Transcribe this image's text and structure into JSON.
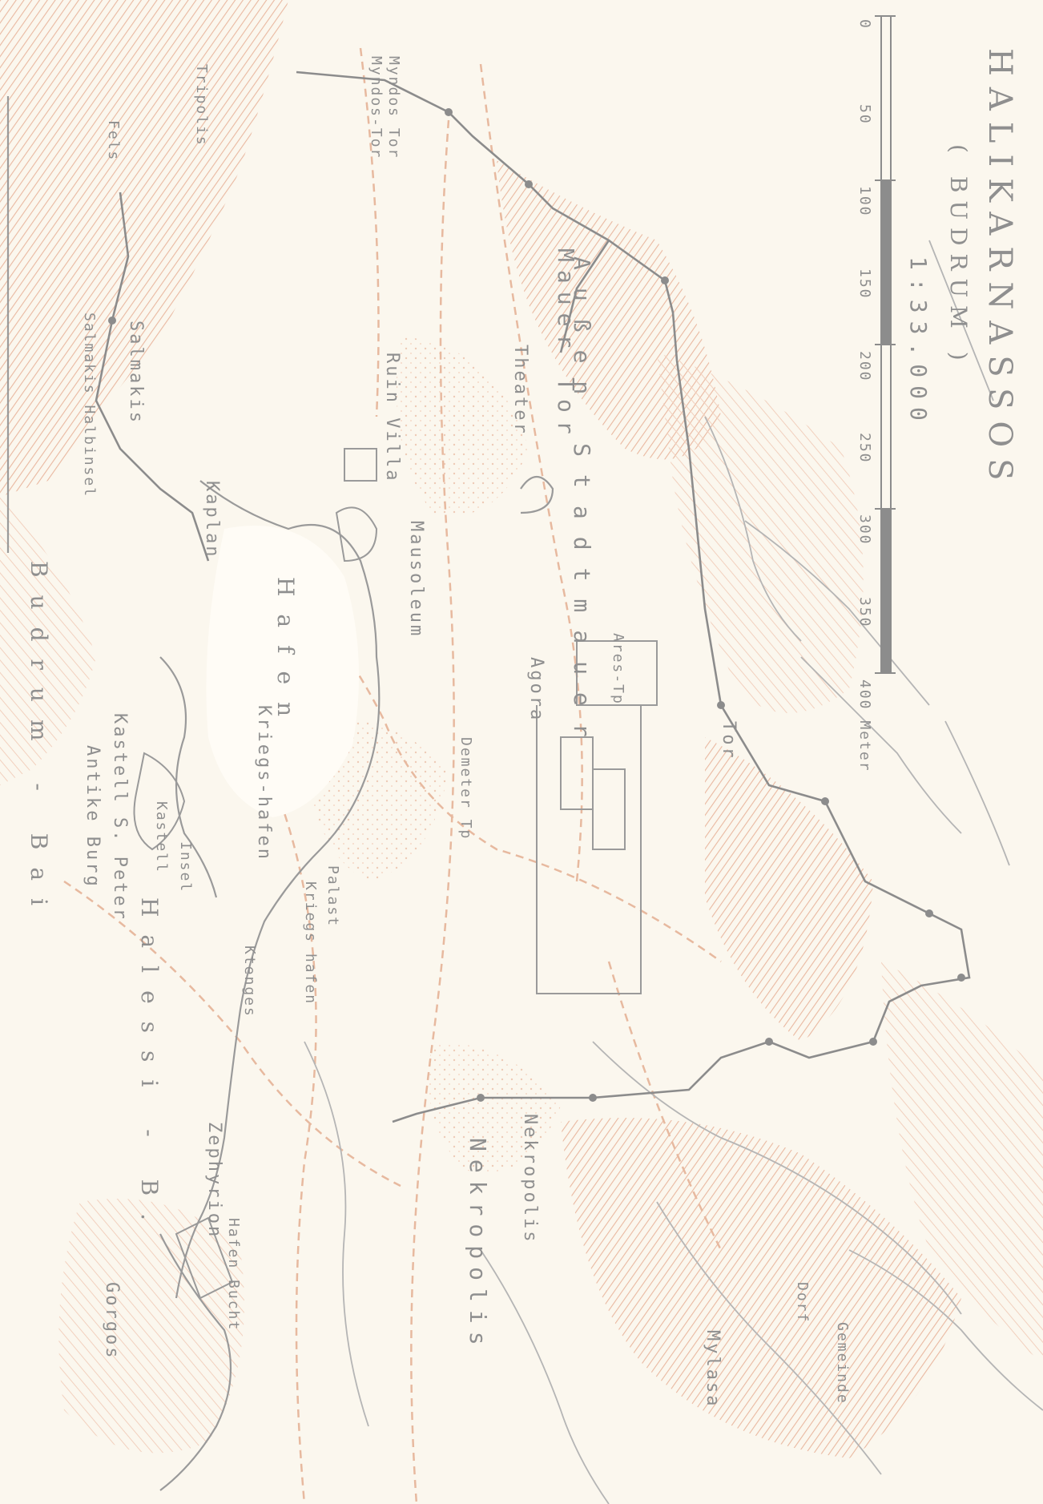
{
  "title": "HALIKARNASSOS",
  "subtitle": "( BUDRUM )",
  "scale": "1:33.000",
  "scale_bar": {
    "ticks": [
      "0",
      "100",
      "200",
      "300",
      "400 Meter"
    ],
    "mid_ticks": [
      "50",
      "150",
      "250",
      "350"
    ]
  },
  "labels": {
    "city_region": "Budrum - Bai",
    "bay_region": "Halessi - B.",
    "harbor": "Hafen",
    "harbor_sub": "Kriegs-hafen",
    "wall": "Außen Stadtmauer",
    "gate_name": "Tor",
    "myndos_gate": "Myndos Tor",
    "myndos_gate_sub": "Myndos-Tor",
    "theater": "Theater",
    "mausoleum": "Mausoleum",
    "agora": "Agora",
    "ares_temple": "Ares-Tp",
    "demeter_temple": "Demeter Tp",
    "castle": "Kastell S. Peter",
    "castle_sub": "Antike Burg",
    "necropolis": "Nekropolis",
    "nekropolis_gloss": "Nekropolis",
    "salmakis": "Salmakis",
    "salmakis_sub": "Salmakis Halbinsel",
    "zephyrion": "Zephyrion",
    "kaplan": "Kaplan",
    "sin_villa": "Ruin Villa",
    "mylasa": "Mylasa",
    "ktenges": "Ktenges",
    "palast": "Palast",
    "kriegs": "Kriegs hafen",
    "fels": "Fels",
    "insel": "Insel",
    "kastell_zeichen": "Kastell",
    "dorf": "Dorf",
    "gorgos": "Gorgos",
    "left_top": "Tripolis",
    "mauer_tor": "Mauer Tor",
    "gemeinde": "Gemeinde",
    "hafen_bucht": "Hafen Bucht"
  },
  "colors": {
    "ink": "#8a8a8a",
    "relief": "#e9b7a0",
    "relief_light": "#f3dccf",
    "road": "#e7c3ad",
    "wall": "#8c8c8c",
    "paper": "#fbf7ee"
  }
}
